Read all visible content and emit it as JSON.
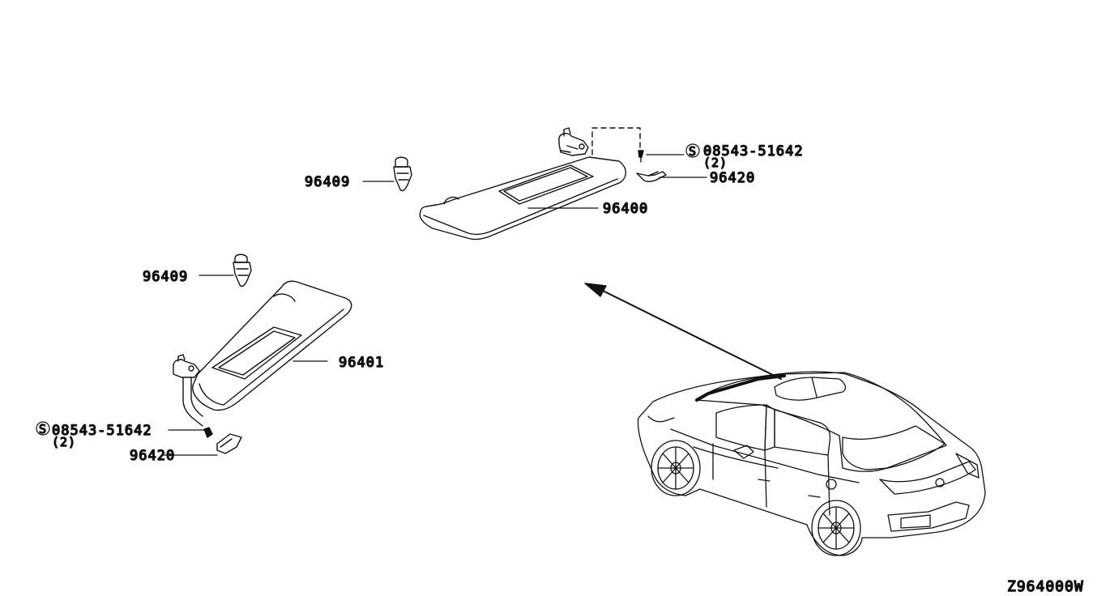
{
  "diagram_code": "Z964000W",
  "screw_symbol": "S",
  "parts": {
    "visor_rh": "96400",
    "visor_lh": "96401",
    "holder_rh": "96409",
    "holder_lh": "96409",
    "screw_rh": "08543-51642",
    "screw_rh_qty": "(2)",
    "screw_lh": "08543-51642",
    "screw_lh_qty": "(2)",
    "cover_rh": "96420",
    "cover_lh": "96420"
  },
  "colors": {
    "line": "#111111",
    "background": "#ffffff"
  }
}
